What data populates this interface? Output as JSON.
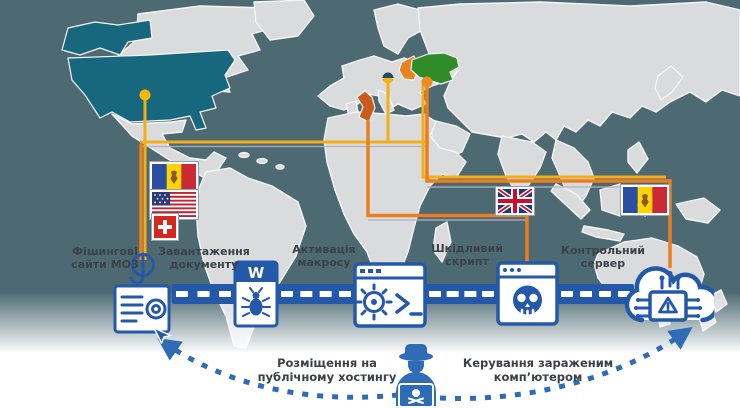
{
  "diagram": {
    "steps": [
      {
        "id": "phishing-sites",
        "icon": "phishing-browser-hook-icon",
        "label": "Фішингові сайти МОЗ"
      },
      {
        "id": "document-download",
        "icon": "word-document-malware-icon",
        "label": "Завантаження документу"
      },
      {
        "id": "macro-activation",
        "icon": "macro-gear-terminal-icon",
        "label": "Активація макросу"
      },
      {
        "id": "malicious-script",
        "icon": "malicious-script-window-icon",
        "label": "Шкідливий скрипт"
      },
      {
        "id": "control-server",
        "icon": "cloud-control-server-icon",
        "label": "Контрольний сервер"
      }
    ],
    "flow_annotations": [
      {
        "id": "public-hosting",
        "label": "Розміщення на публічному хостингу"
      },
      {
        "id": "remote-control",
        "label": "Керування зараженим комп’ютером"
      }
    ],
    "hacker_figure": "hacker-with-laptop-icon"
  },
  "map": {
    "colors": {
      "ocean": "#4d6a73",
      "land": "#d9dbdc",
      "coast": "#f4f6f6",
      "usa_highlight": "#17677f",
      "uk_highlight": "#cb5a1d",
      "ukraine_highlight": "#2f8c28",
      "moldova_region_highlight": "#e9821d"
    },
    "lines": {
      "yellow": "#f2ae18",
      "orange": "#ec7d21",
      "shadow": "#b5afc6"
    },
    "markers": [
      {
        "name": "usa-origin-marker",
        "color": "#f5b50e"
      },
      {
        "name": "north-europe-origin-marker",
        "top_color": "#1c4f70",
        "bottom_color": "#f5b50e"
      },
      {
        "name": "moldova-origin-marker",
        "color": "#ef8b1f"
      }
    ]
  },
  "flags": [
    {
      "name": "moldova-flag-origin"
    },
    {
      "name": "usa-flag-origin"
    },
    {
      "name": "switzerland-flag-origin"
    },
    {
      "name": "united-kingdom-flag-route"
    },
    {
      "name": "moldova-flag-route"
    }
  ],
  "accent": {
    "icon_blue": "#2458a8",
    "arc_blue": "#2e6cb5",
    "text": "#3b4148"
  }
}
